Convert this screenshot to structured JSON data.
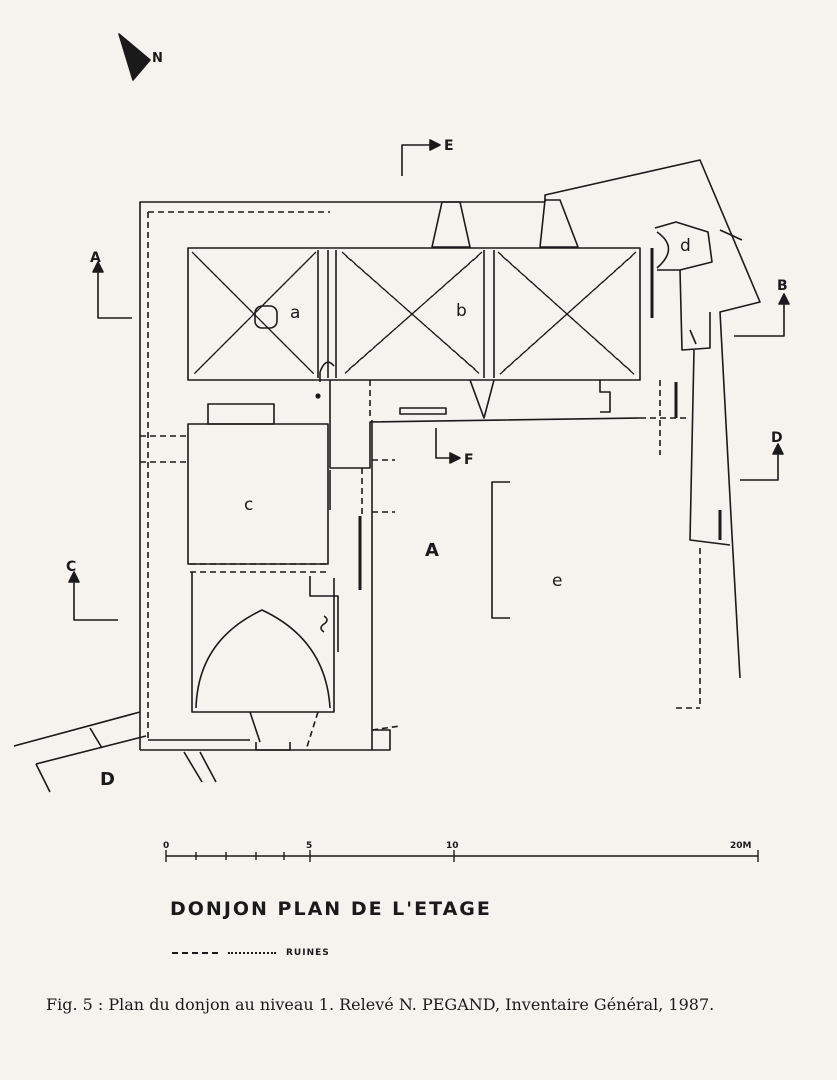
{
  "north": "N",
  "sections": {
    "a_left": "A",
    "b_right": "B",
    "c_left": "C",
    "d_right": "D",
    "e_top": "E",
    "f_mid": "F",
    "d_bottom": "D"
  },
  "rooms": {
    "a": "a",
    "b": "b",
    "c": "c",
    "d": "d",
    "e": "e",
    "A": "A"
  },
  "scale": {
    "t0": "0",
    "t5": "5",
    "t10": "10",
    "t20": "20M"
  },
  "title": "DONJON   PLAN  DE  L'ETAGE",
  "legend": {
    "ruins": "RUINES"
  },
  "caption": "Fig. 5 : Plan du donjon au niveau 1. Relevé N. PEGAND, Inventaire Général, 1987."
}
